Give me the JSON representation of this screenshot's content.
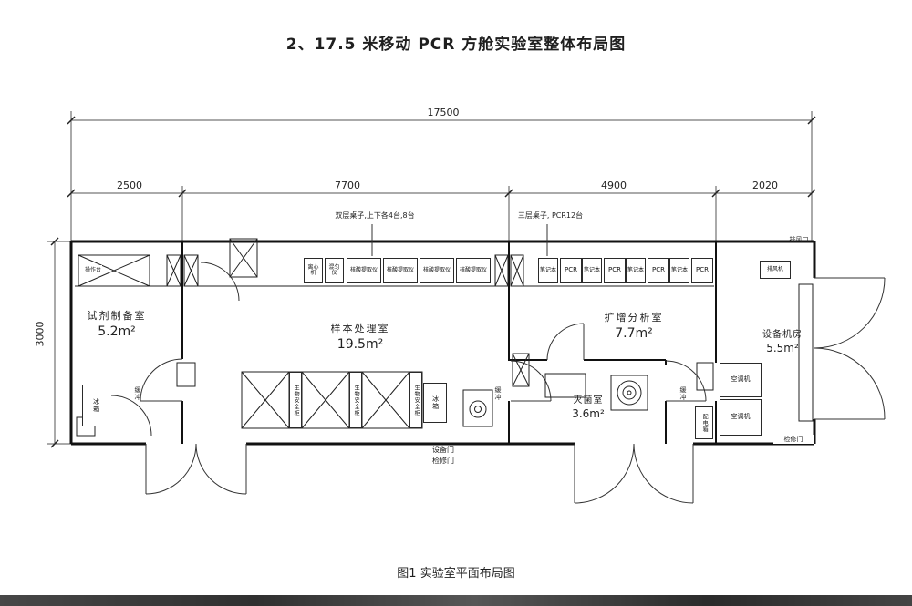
{
  "page": {
    "title": "2、17.5 米移动 PCR 方舱实验室整体布局图",
    "caption": "图1 实验室平面布局图"
  },
  "dims": {
    "total": "17500",
    "segments": [
      "2500",
      "7700",
      "4900",
      "2020"
    ],
    "depth": "3000"
  },
  "rooms": {
    "reagent": {
      "name": "试剂制备室",
      "area": "5.2m²"
    },
    "sample": {
      "name": "样本处理室",
      "area": "19.5m²"
    },
    "amplification": {
      "name": "扩增分析室",
      "area": "7.7m²"
    },
    "sterilization": {
      "name": "灭菌室",
      "area": "3.6m²"
    },
    "equipment": {
      "name": "设备机房",
      "area": "5.5m²"
    }
  },
  "notes": {
    "sample_bench": "双层桌子,上下各4台,8台",
    "pcr_bench": "三层桌子, PCR12台"
  },
  "labels": {
    "sample_strip": [
      "离心机",
      "混匀仪",
      "核酸提取仪",
      "核酸提取仪",
      "核酸提取仪",
      "核酸提取仪"
    ],
    "pcr_strip": [
      "笔记本",
      "PCR",
      "笔记本",
      "PCR",
      "笔记本",
      "PCR",
      "笔记本",
      "PCR"
    ],
    "biosafety": [
      "生物安全柜",
      "生物安全柜",
      "生物安全柜"
    ],
    "worktable": "操作台",
    "fridge_left": "冰箱",
    "fridge_mid": "冰箱",
    "buffer_1": "缓冲",
    "buffer_2": "缓冲",
    "buffer_3": "缓冲",
    "ac_upper": "空调机",
    "ac_lower": "空调机",
    "exhaust_fan": "排风机",
    "exhaust_vent": "排风口",
    "power_box": "配电箱",
    "equipment_door": "设备门",
    "access_hatch": "检修门",
    "access_door_right": "检修门"
  }
}
